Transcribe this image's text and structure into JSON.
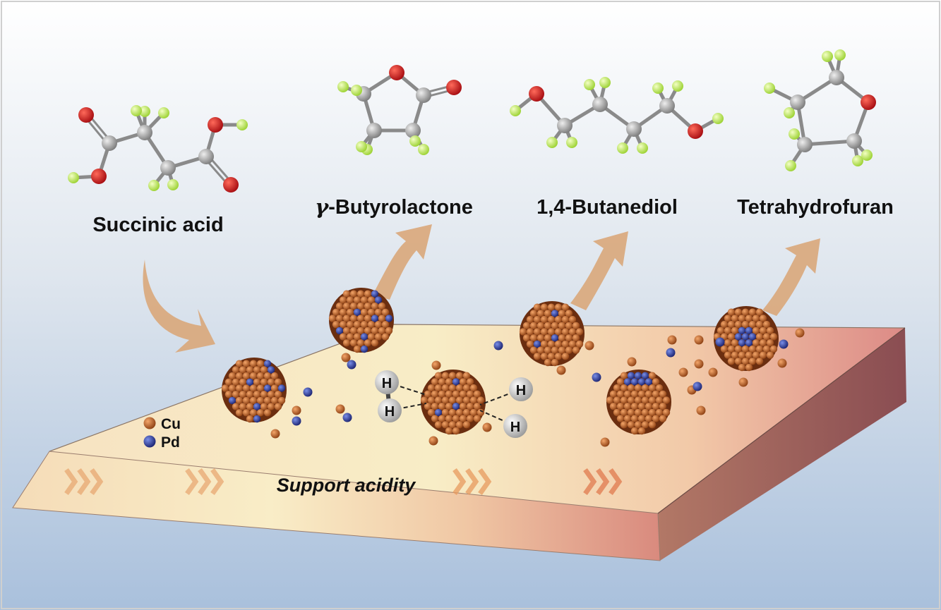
{
  "molecules": [
    {
      "label": "Succinic acid"
    },
    {
      "label_prefix": "γ",
      "label": "-Butyrolactone"
    },
    {
      "label": "1,4-Butanediol"
    },
    {
      "label": "Tetrahydrofuran"
    }
  ],
  "legend": [
    {
      "label": "Cu",
      "color": "#c8642a"
    },
    {
      "label": "Pd",
      "color": "#2a3a9a"
    }
  ],
  "support": {
    "label": "Support acidity"
  },
  "hydrogen": {
    "symbol": "H"
  },
  "colors": {
    "carbon": "#9a9a9a",
    "oxygen": "#d11a1a",
    "hydrogen_atom": "#c6ef6a",
    "cu": "#c8642a",
    "pd": "#2a3a9a",
    "arrow": "#d9a77a"
  }
}
